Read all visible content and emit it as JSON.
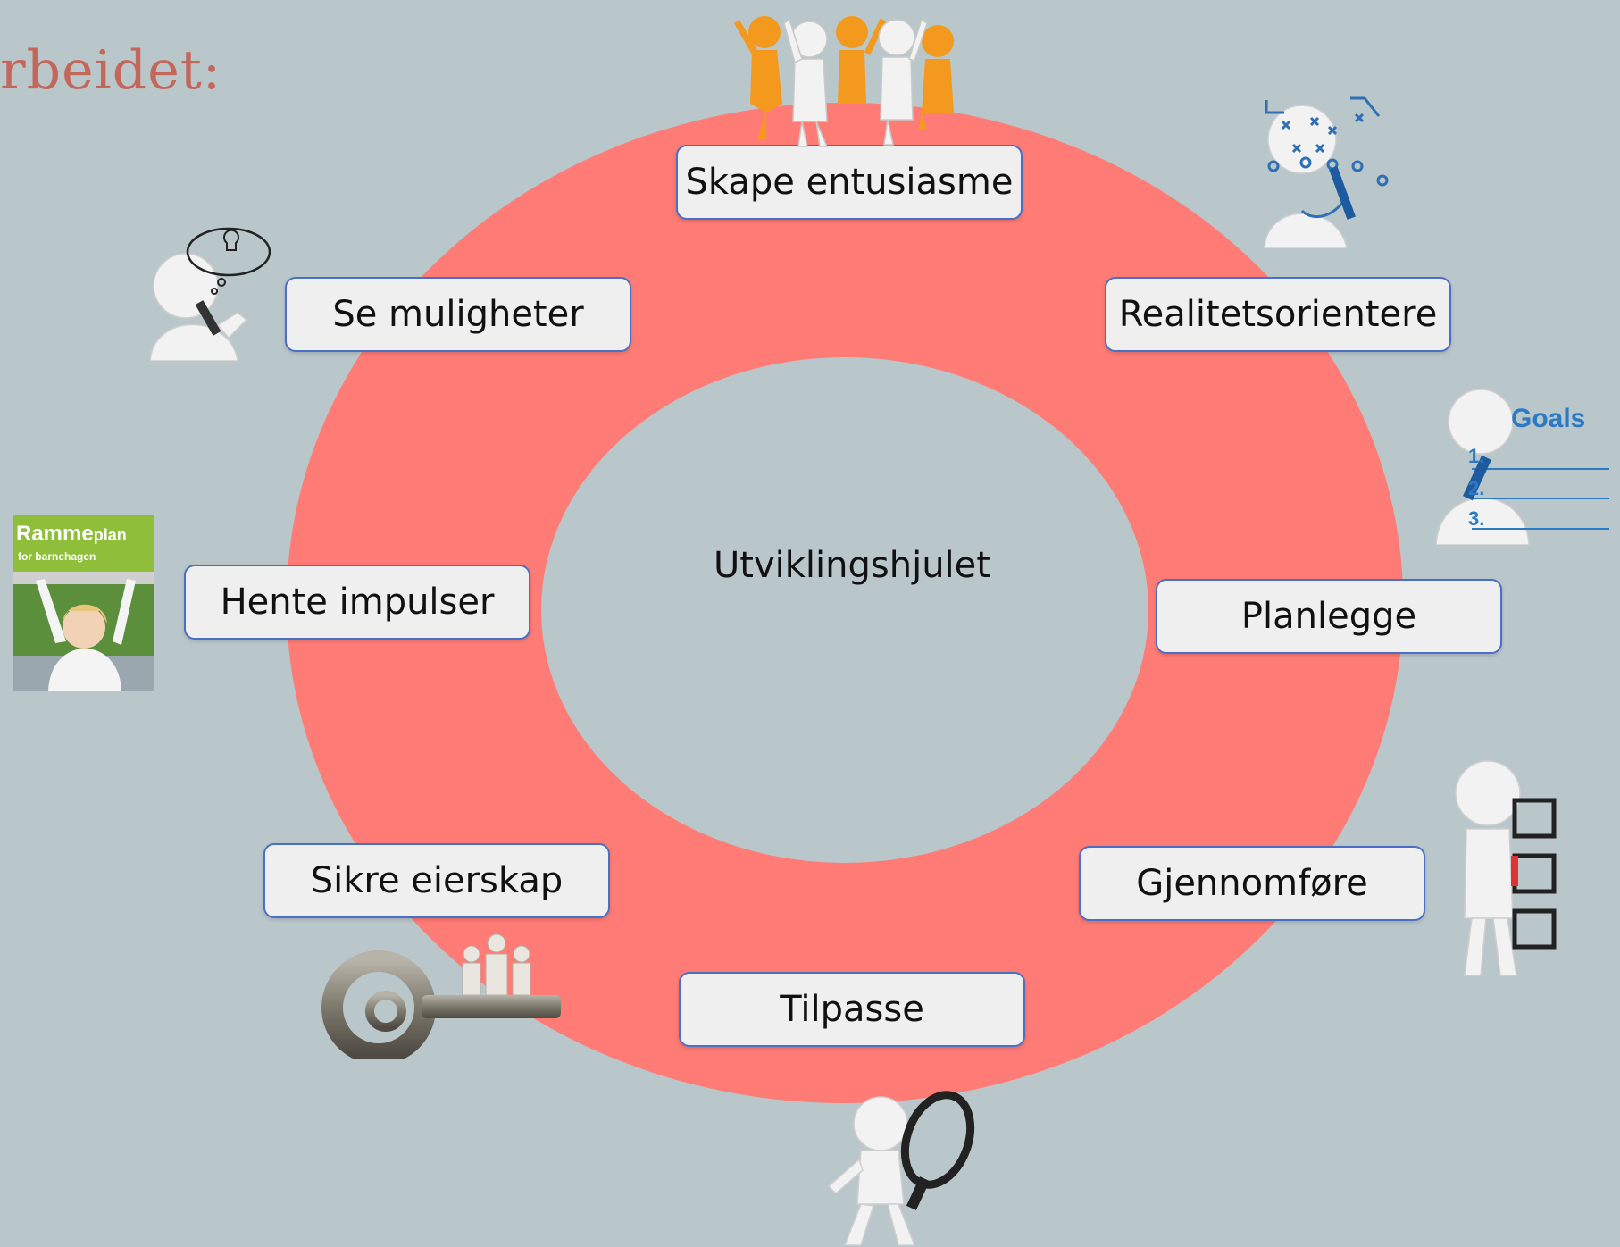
{
  "heading": "rbeidet:",
  "center_label": "Utviklingshjulet",
  "steps": [
    "Skape entusiasme",
    "Realitetsorientere",
    "Planlegge",
    "Gjennomføre",
    "Tilpasse",
    "Sikre eierskap",
    "Hente impulser",
    "Se muligheter"
  ],
  "book": {
    "title_a": "Ramme",
    "title_b": "plan",
    "subtitle": "for barnehagen"
  },
  "goals": {
    "title": "Goals",
    "numbers": [
      "1.",
      "2.",
      "3."
    ]
  },
  "colors": {
    "background": "#b9c7cb",
    "ring": "#ff7b76",
    "box_border": "#4a6fc4",
    "heading": "#c4675b"
  },
  "icons": [
    "team-cheering-icon",
    "strategy-board-icon",
    "goals-list-icon",
    "checklist-figure-icon",
    "magnifier-figure-icon",
    "key-with-people-icon",
    "rammeplan-book-icon",
    "idea-thought-icon"
  ]
}
